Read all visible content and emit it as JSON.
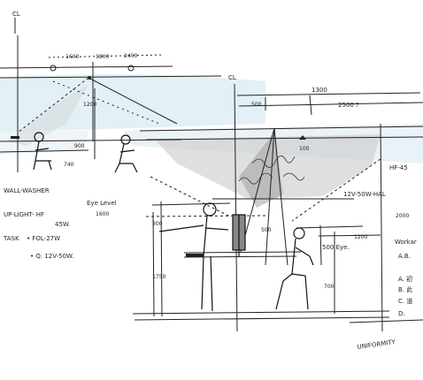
{
  "labels": {
    "cl_left": "CL",
    "cl_right": "CL",
    "dim_1600": "1600",
    "dim_1800": "1800",
    "dim_2400": "2400",
    "dim_1200": "1200",
    "dim_1300": "1300",
    "dim_2500": "2500 ?",
    "dim_500_top": "500",
    "dim_900_left": "900",
    "dim_740": "740",
    "dim_100": "100",
    "dim_2000": "2000",
    "dim_1200_right": "1200",
    "dim_300": "300",
    "dim_500_mid": "500",
    "dim_1750": "1750",
    "dim_700": "700",
    "wall_washer": "WALL-WASHER",
    "up_light": "UP-LIGHT- HF",
    "up_light_w": "45W.",
    "task": "TASK",
    "task_1": "• FOL-27W",
    "task_2": "• Q. 12V-50W.",
    "eye_level": "Eye Level",
    "eye_level_val": "1600",
    "hf45": "HF-45",
    "hal": "12V-50W-HAL",
    "eye_500": "500 Eye.",
    "workarea": "Workar",
    "ab": "A.B.",
    "list_a": "A. 初",
    "list_b": "B. 此",
    "list_c": "C. 道",
    "list_d": "D.",
    "uniformity": "UNIFORMITY"
  }
}
